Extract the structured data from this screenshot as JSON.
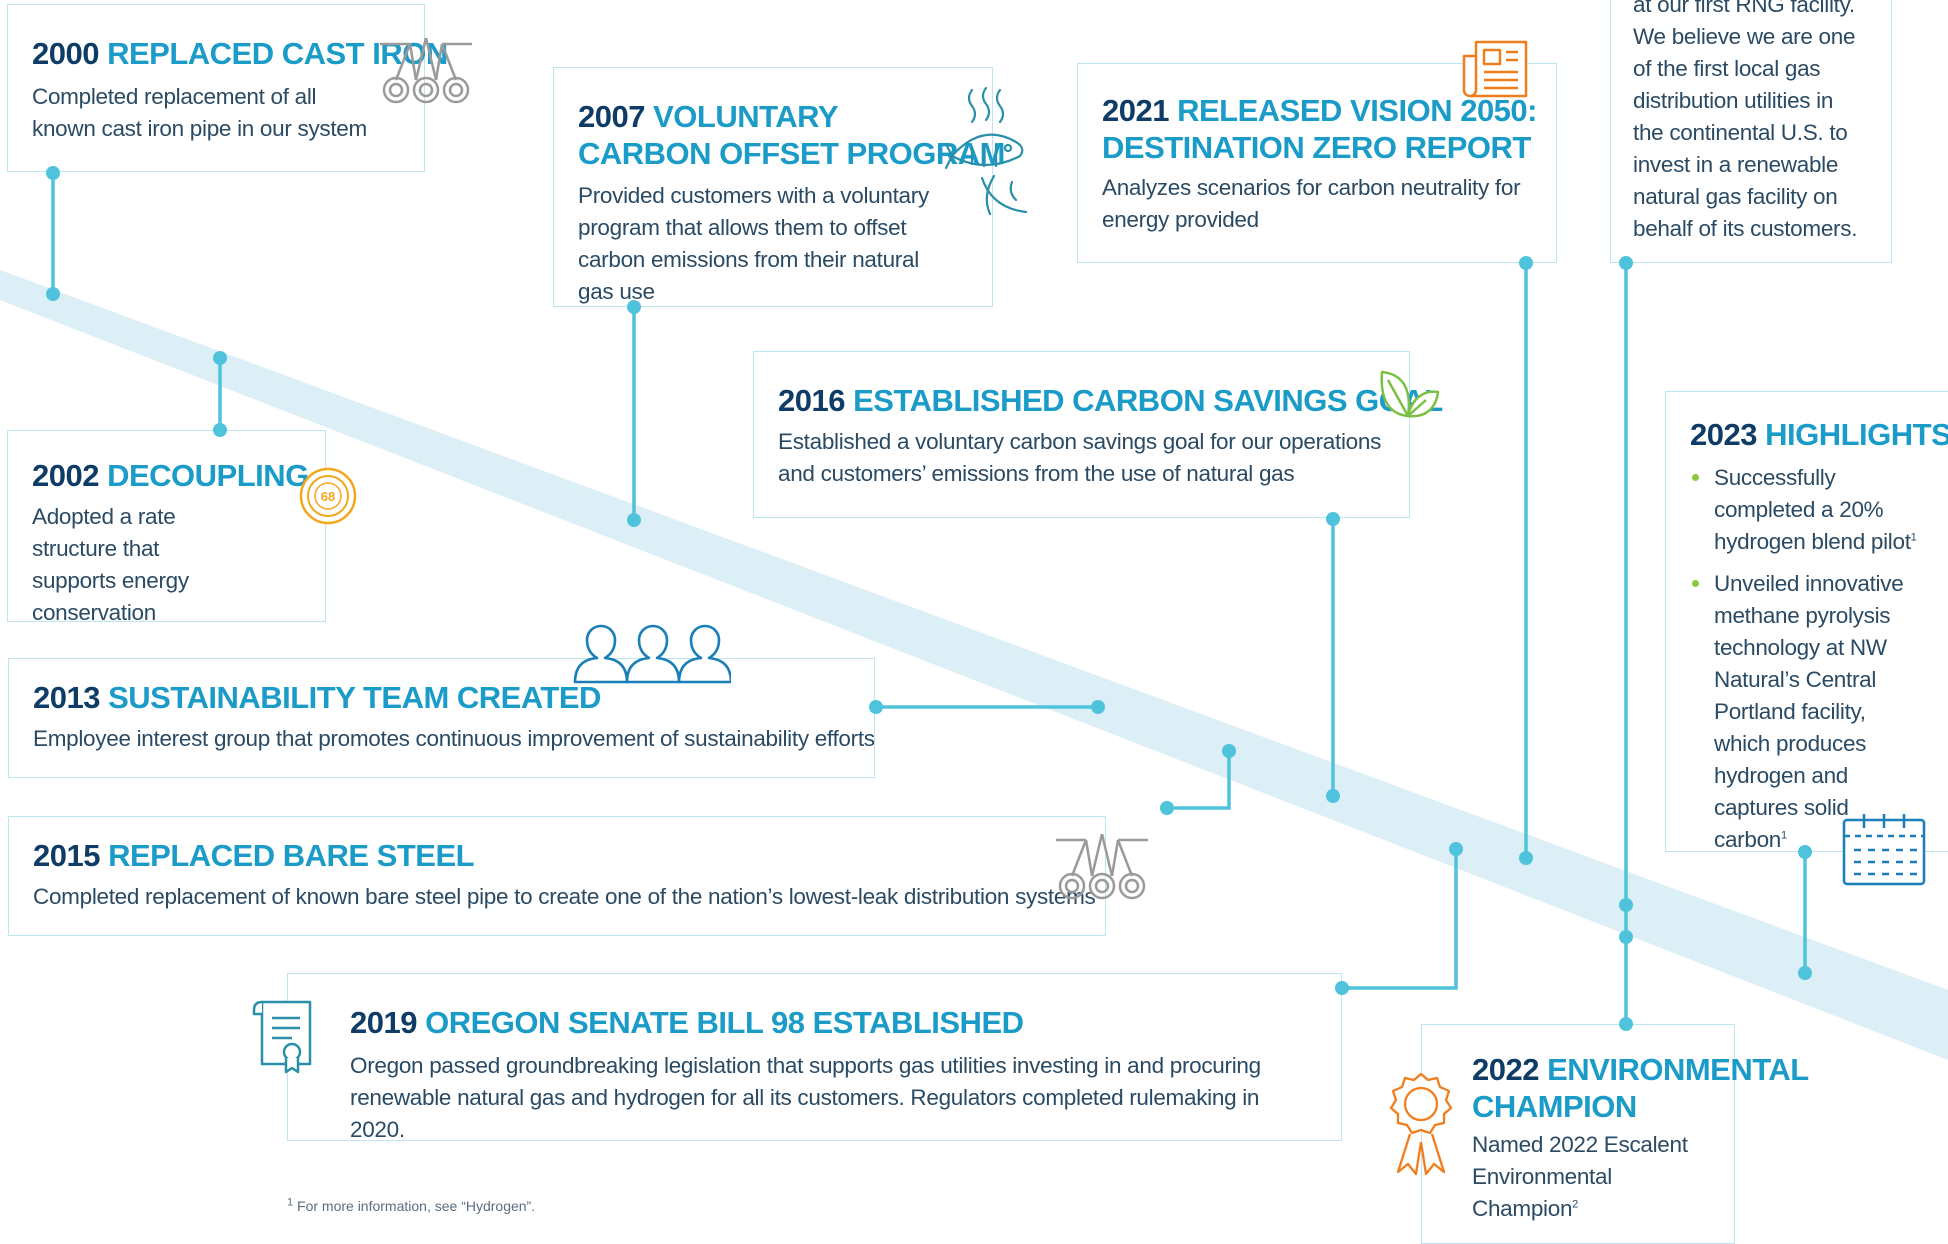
{
  "milestones": {
    "m2000": {
      "year": "2000",
      "title": "REPLACED CAST IRON",
      "body": "Completed replacement of all known cast iron pipe in our system"
    },
    "m2002": {
      "year": "2002",
      "title": "DECOUPLING",
      "body": "Adopted a rate structure that supports energy conservation"
    },
    "m2007": {
      "year": "2007",
      "title_line1": "VOLUNTARY",
      "title_line2": "CARBON OFFSET PROGRAM",
      "body": "Provided customers with a voluntary program that allows them to offset carbon emissions from their natural gas use"
    },
    "m2013": {
      "year": "2013",
      "title": "SUSTAINABILITY TEAM CREATED",
      "body": "Employee interest group that promotes continuous improvement of sustainability efforts"
    },
    "m2015": {
      "year": "2015",
      "title": "REPLACED BARE STEEL",
      "body": "Completed replacement of known bare steel pipe to create one of the nation’s lowest-leak distribution systems"
    },
    "m2016": {
      "year": "2016",
      "title": "ESTABLISHED CARBON SAVINGS GOAL",
      "body": "Established a voluntary carbon savings goal for our operations and customers’ emissions from the use of natural gas"
    },
    "m2019": {
      "year": "2019",
      "title": "OREGON SENATE BILL 98 ESTABLISHED",
      "body": "Oregon passed groundbreaking legislation that supports gas utilities investing in and procuring renewable natural gas and hydrogen for all its customers. Regulators completed rulemaking in 2020."
    },
    "m2021": {
      "year": "2021",
      "title_line1": "RELEASED VISION 2050:",
      "title_line2": "DESTINATION ZERO REPORT",
      "body": "Analyzes scenarios for carbon neutrality for energy provided"
    },
    "m2022": {
      "year": "2022",
      "title_line1": "ENVIRONMENTAL",
      "title_line2": "CHAMPION",
      "body": "Named 2022 Escalent Environmental Champion",
      "body_sup": "2"
    },
    "rng": {
      "body": "at our first RNG facility. We believe we are one of the first local gas distribution utilities in the continental U.S. to invest in a renewable natural gas facility on behalf of its customers."
    },
    "m2023": {
      "year": "2023",
      "title": "HIGHLIGHTS",
      "bullet1": "Successfully completed a 20% hydrogen blend pilot",
      "bullet1_sup": "1",
      "bullet2": "Unveiled innovative methane pyrolysis technology at NW Natural’s Central Portland facility, which produces hydrogen and captures solid carbon",
      "bullet2_sup": "1"
    }
  },
  "thermostat_label": "68",
  "footnote": {
    "marker": "1",
    "text": "For more information, see “Hydrogen”."
  },
  "colors": {
    "navy": "#0e3c66",
    "teal": "#1a9bc8",
    "line": "#4fc3dc",
    "band": "#dceef6",
    "border": "#bfe6f0",
    "bullet": "#8cc63f",
    "icon_gold": "#f3a71c",
    "icon_orange": "#f07d1e",
    "icon_green": "#7ac143",
    "icon_teal": "#2a8fa8",
    "icon_gray": "#9a9a9a",
    "icon_blue": "#1a7fb8"
  },
  "icons": [
    "pipes-icon",
    "thermostat-icon",
    "fish-icon",
    "people-icon",
    "leaves-icon",
    "certificate-icon",
    "newspaper-icon",
    "award-ribbon-icon",
    "calendar-icon"
  ]
}
